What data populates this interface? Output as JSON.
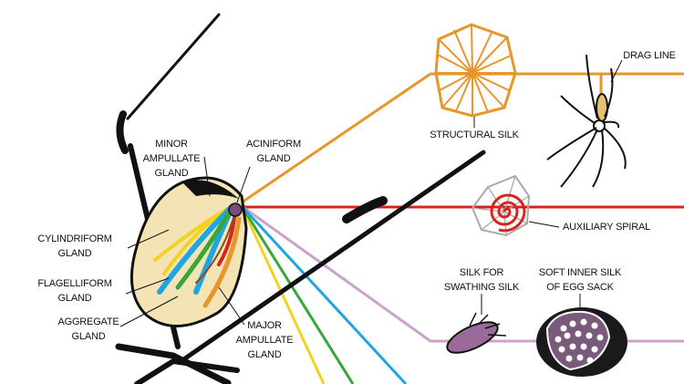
{
  "labels": {
    "minor_ampullate": [
      "MINOR",
      "AMPULLATE",
      "GLAND"
    ],
    "aciniform": [
      "ACINIFORM",
      "GLAND"
    ],
    "cylindriform": [
      "CYLINDRIFORM",
      "GLAND"
    ],
    "flagelliform": [
      "FLAGELLIFORM",
      "GLAND"
    ],
    "aggregate": [
      "AGGREGATE",
      "GLAND"
    ],
    "major_ampullate": [
      "MAJOR",
      "AMPULLATE",
      "GLAND"
    ],
    "structural_silk": "STRUCTURAL SILK",
    "drag_line": "DRAG LINE",
    "auxiliary_spiral": "AUXILIARY SPIRAL",
    "swathing": [
      "SILK FOR",
      "SWATHING SILK"
    ],
    "egg_sack": [
      "SOFT INNER SILK",
      "OF EGG SACK"
    ]
  },
  "colors": {
    "orange": "#e8962a",
    "red": "#d8231f",
    "purple": "#c9a3c9",
    "yellow": "#f2d320",
    "green": "#3aa63a",
    "blue": "#1fa6e0",
    "abdomen": "#f3e3b5"
  }
}
